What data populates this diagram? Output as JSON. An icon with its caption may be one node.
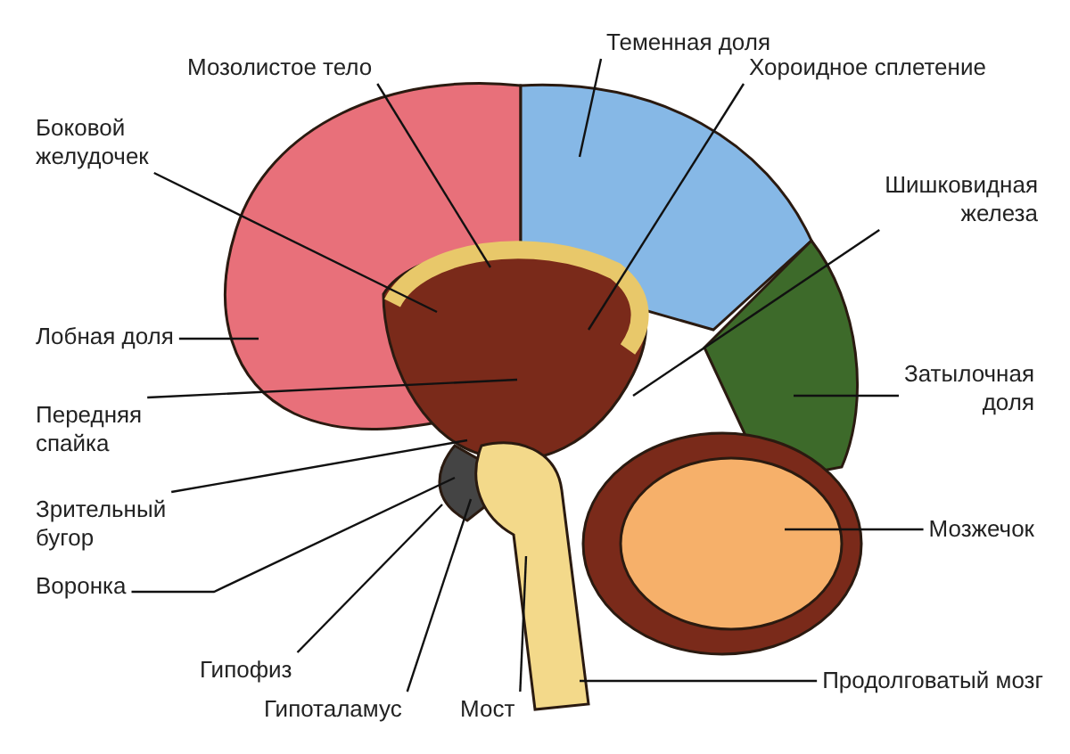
{
  "diagram": {
    "nodes": [
      {
        "text": [
          "Теменная доля"
        ]
      },
      {
        "text": [
          "Мозолистое тело"
        ]
      },
      {
        "text": [
          "Хороидное сплетение"
        ]
      },
      {
        "text": [
          "Боковой желудочек"
        ]
      },
      {
        "text": [
          "Шишковидная железа"
        ]
      },
      {
        "text": [
          "Лобная доля"
        ]
      },
      {
        "text": [
          "Затылочная доля"
        ]
      },
      {
        "text": [
          "Передняя спайка"
        ]
      },
      {
        "text": [
          "Зрительный бугор"
        ]
      },
      {
        "text": [
          "Мозжечок"
        ]
      },
      {
        "text": [
          "Воронка"
        ]
      },
      {
        "text": [
          "Гипофиз"
        ]
      },
      {
        "text": [
          "Продолговатый мозг"
        ]
      },
      {
        "text": [
          "Гипоталамус"
        ]
      },
      {
        "text": [
          "Мост"
        ]
      }
    ],
    "edges": [
      {
        "from": 0,
        "to": null,
        "arrow": "none"
      },
      {
        "from": 1,
        "to": null,
        "arrow": "none"
      },
      {
        "from": 2,
        "to": null,
        "arrow": "none"
      },
      {
        "from": 3,
        "to": null,
        "arrow": "none"
      },
      {
        "from": 4,
        "to": null,
        "arrow": "none"
      },
      {
        "from": 5,
        "to": null,
        "arrow": "none"
      },
      {
        "from": 6,
        "to": null,
        "arrow": "none"
      },
      {
        "from": 7,
        "to": null,
        "arrow": "none"
      },
      {
        "from": 8,
        "to": null,
        "arrow": "none"
      },
      {
        "from": 9,
        "to": null,
        "arrow": "none"
      },
      {
        "from": 10,
        "to": null,
        "arrow": "none"
      },
      {
        "from": 11,
        "to": null,
        "arrow": "none"
      },
      {
        "from": 12,
        "to": null,
        "arrow": "none"
      },
      {
        "from": 13,
        "to": null,
        "arrow": "none"
      },
      {
        "from": 14,
        "to": null,
        "arrow": "none"
      }
    ]
  }
}
